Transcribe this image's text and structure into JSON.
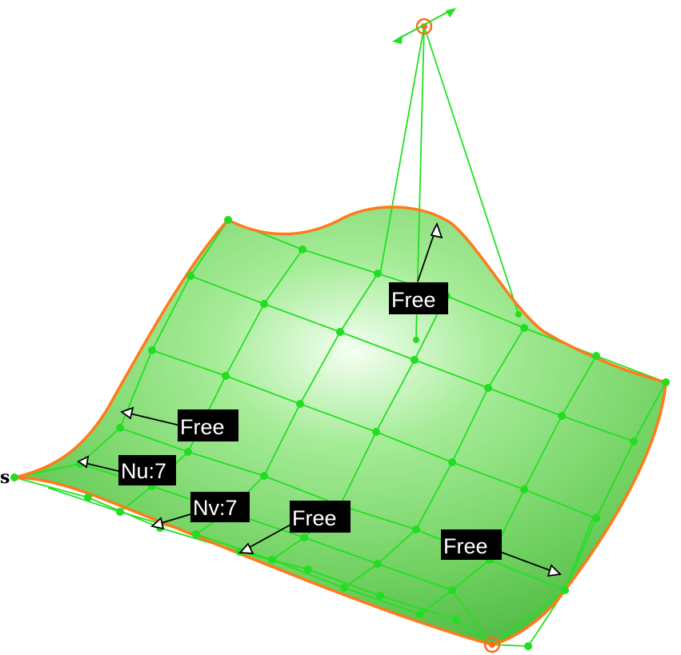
{
  "labels": {
    "free_top": "Free",
    "free_left": "Free",
    "nu": "Nu:7",
    "nv": "Nv:7",
    "free_bottom_mid": "Free",
    "free_bottom_right": "Free",
    "edge_fragment": "s"
  },
  "colors": {
    "surface_fill": "#7fd86f",
    "surface_highlight": "#eaffea",
    "surface_shadow": "#3fa83a",
    "boundary": "#ff7a1a",
    "control_net": "#22e022",
    "control_point": "#22dd22",
    "manipulator": "#ff6a1a",
    "label_bg": "#000000",
    "label_text": "#ffffff"
  },
  "icons": [
    "compass-manipulator-icon",
    "corner-manipulator-icon"
  ]
}
